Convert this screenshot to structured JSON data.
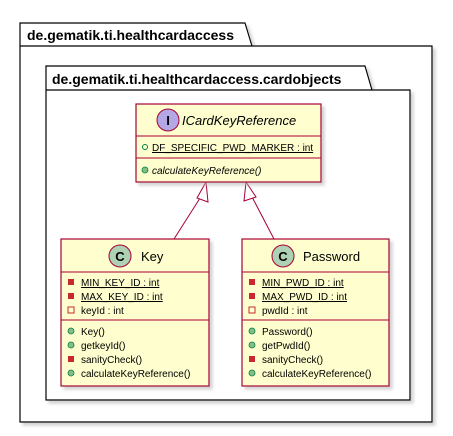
{
  "packages": {
    "outer": {
      "title": "de.gematik.ti.healthcardaccess"
    },
    "inner": {
      "title": "de.gematik.ti.healthcardaccess.cardobjects"
    }
  },
  "colors": {
    "class_fill": "#FEFECE",
    "class_border": "#A80036",
    "interface_badge": "#B4A7E5",
    "class_badge": "#ADD1B2",
    "private_marker": "#C82930",
    "public_marker": "#84BE84",
    "package_border": "#000000",
    "shadow": "#b0b0b0"
  },
  "interface": {
    "badge": "I",
    "name": "ICardKeyReference",
    "fields": [
      {
        "vis": "public",
        "text": "DF_SPECIFIC_PWD_MARKER : int",
        "static": true
      }
    ],
    "methods": [
      {
        "vis": "public",
        "text": "calculateKeyReference()",
        "abstract": true
      }
    ]
  },
  "key_class": {
    "badge": "C",
    "name": "Key",
    "fields": [
      {
        "vis": "private",
        "text": "MIN_KEY_ID : int",
        "static": true
      },
      {
        "vis": "private",
        "text": "MAX_KEY_ID : int",
        "static": true
      },
      {
        "vis": "private",
        "text": "keyId : int",
        "static": false
      }
    ],
    "methods": [
      {
        "vis": "public",
        "text": "Key()"
      },
      {
        "vis": "public",
        "text": "getkeyId()"
      },
      {
        "vis": "private",
        "text": "sanityCheck()"
      },
      {
        "vis": "public",
        "text": "calculateKeyReference()"
      }
    ]
  },
  "password_class": {
    "badge": "C",
    "name": "Password",
    "fields": [
      {
        "vis": "private",
        "text": "MIN_PWD_ID : int",
        "static": true
      },
      {
        "vis": "private",
        "text": "MAX_PWD_ID : int",
        "static": true
      },
      {
        "vis": "private",
        "text": "pwdId : int",
        "static": false
      }
    ],
    "methods": [
      {
        "vis": "public",
        "text": "Password()"
      },
      {
        "vis": "public",
        "text": "getPwdId()"
      },
      {
        "vis": "private",
        "text": "sanityCheck()"
      },
      {
        "vis": "public",
        "text": "calculateKeyReference()"
      }
    ]
  }
}
